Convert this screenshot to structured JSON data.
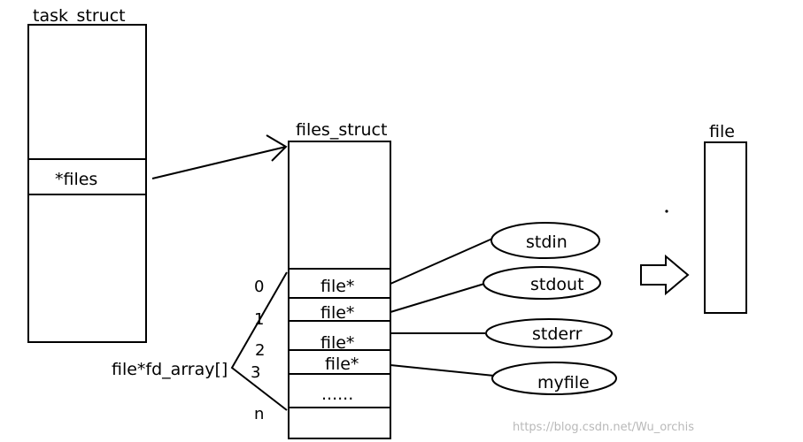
{
  "task_struct": {
    "title": "task_struct",
    "files_field": "*files"
  },
  "files_struct": {
    "title": "files_struct",
    "array_label": "file*fd_array[]",
    "indices": [
      "0",
      "1",
      "2",
      "3",
      "n"
    ],
    "slots": [
      "file*",
      "file*",
      "file*",
      "file*"
    ],
    "ellipsis": "......"
  },
  "streams": [
    "stdin",
    "stdout",
    "stderr",
    "myfile"
  ],
  "file": {
    "title": "file"
  },
  "watermark": "https://blog.csdn.net/Wu_orchis"
}
